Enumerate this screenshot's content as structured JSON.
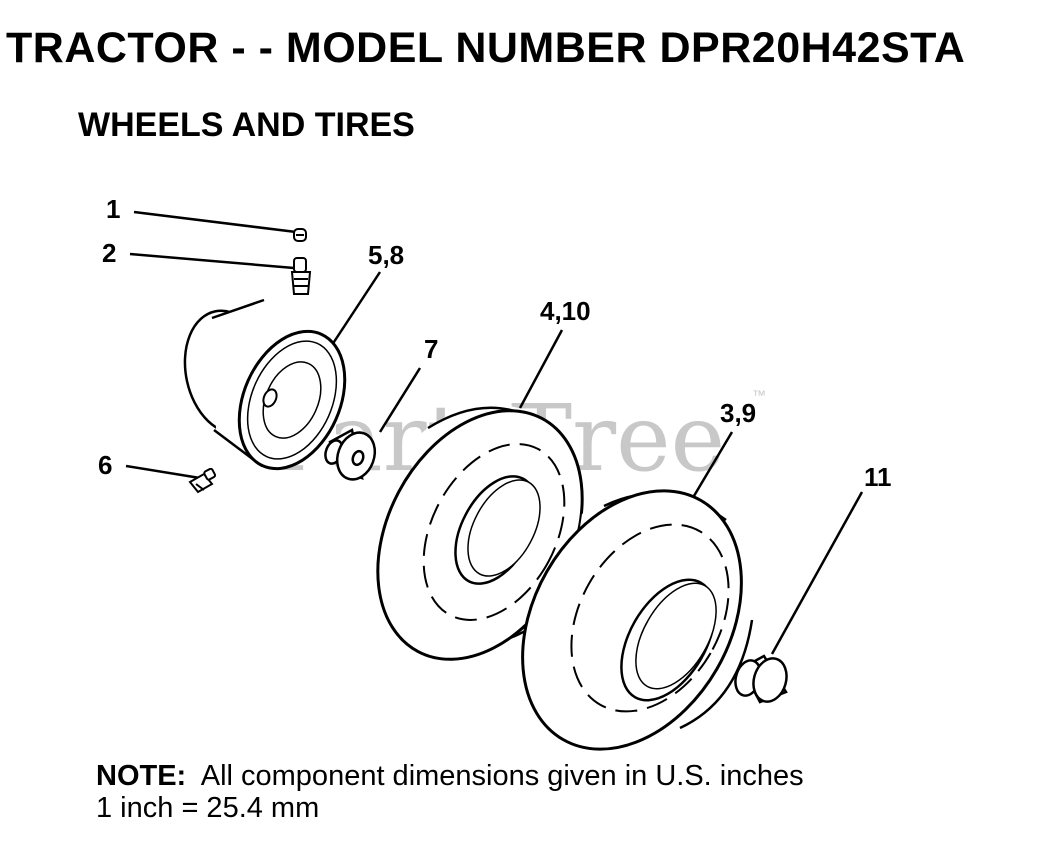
{
  "header": {
    "title": "TRACTOR - - MODEL NUMBER DPR20H42STA",
    "subtitle": "WHEELS AND TIRES"
  },
  "watermark": {
    "text": "PartsTree",
    "mark": "™"
  },
  "callouts": [
    {
      "id": "callout-1",
      "label": "1"
    },
    {
      "id": "callout-2",
      "label": "2"
    },
    {
      "id": "callout-5-8",
      "label": "5,8"
    },
    {
      "id": "callout-7",
      "label": "7"
    },
    {
      "id": "callout-4-10",
      "label": "4,10"
    },
    {
      "id": "callout-3-9",
      "label": "3,9"
    },
    {
      "id": "callout-6",
      "label": "6"
    },
    {
      "id": "callout-11",
      "label": "11"
    }
  ],
  "note": {
    "prefix": "NOTE:",
    "text": "All component dimensions given in U.S. inches",
    "conversion": "1 inch = 25.4 mm"
  }
}
